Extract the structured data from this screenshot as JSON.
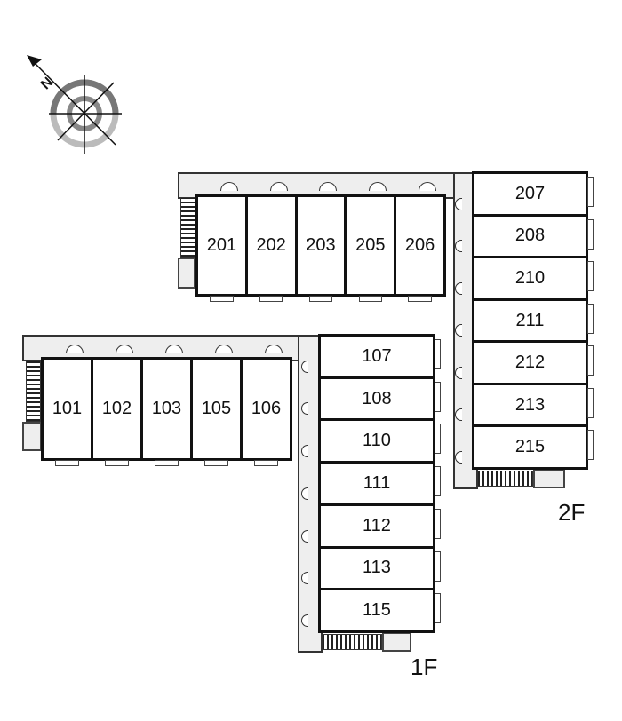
{
  "floors": [
    {
      "label": "2F",
      "units_row": [
        "201",
        "202",
        "203",
        "205",
        "206"
      ],
      "units_col": [
        "207",
        "208",
        "210",
        "211",
        "212",
        "213",
        "215"
      ]
    },
    {
      "label": "1F",
      "units_row": [
        "101",
        "102",
        "103",
        "105",
        "106"
      ],
      "units_col": [
        "107",
        "108",
        "110",
        "111",
        "112",
        "113",
        "115"
      ]
    }
  ],
  "compass": {
    "label": "N"
  }
}
